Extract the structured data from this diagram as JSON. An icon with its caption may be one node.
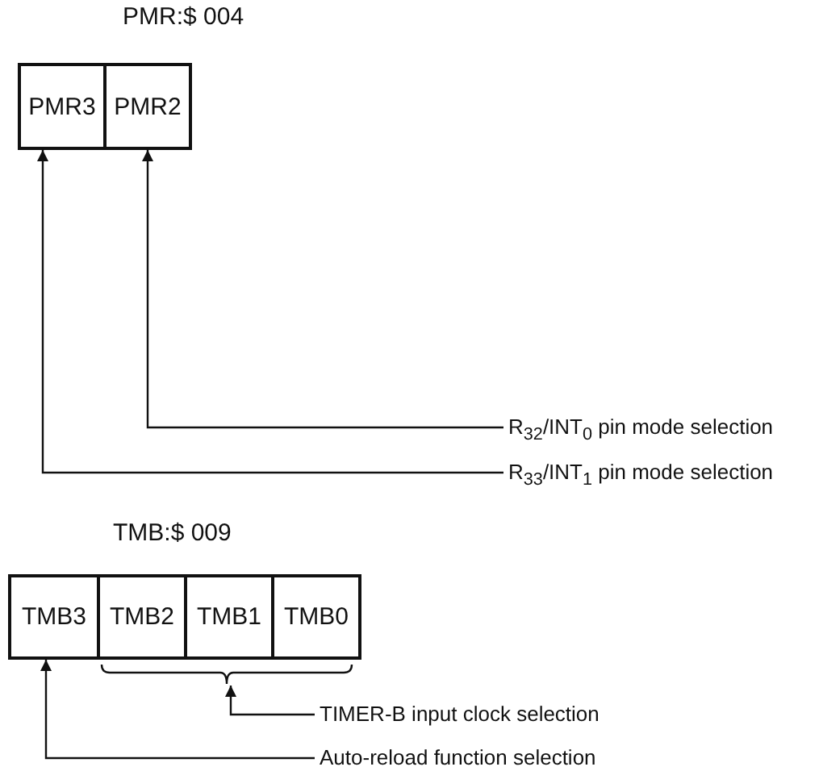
{
  "diagram": {
    "nodes": [
      {
        "text": [
          "PMR3"
        ]
      },
      {
        "text": [
          "PMR2"
        ]
      },
      {
        "text": [
          "R$_{32}$/INT$_{0}$ pin mode selection"
        ]
      },
      {
        "text": [
          "R$_{33}$/INT$_{1}$ pin mode selection"
        ]
      },
      {
        "text": [
          "TMB3"
        ]
      },
      {
        "text": [
          "TMB2"
        ]
      },
      {
        "text": [
          "TMB1"
        ]
      },
      {
        "text": [
          "TMB0"
        ]
      },
      {
        "text": [],
        "shape": "bracket"
      },
      {
        "text": [
          "TIMER-B input clock selection"
        ]
      },
      {
        "text": [
          "Auto-reload function selection"
        ]
      }
    ],
    "edges": [
      {
        "from": 2,
        "to": 1,
        "arrow": "to"
      },
      {
        "from": 3,
        "to": 0,
        "arrow": "to"
      },
      {
        "from": 9,
        "to": 8,
        "arrow": "to"
      },
      {
        "from": 10,
        "to": 4,
        "arrow": "to"
      }
    ],
    "labels": [
      "PMR:$ 004",
      "TMB:$ 009"
    ]
  }
}
